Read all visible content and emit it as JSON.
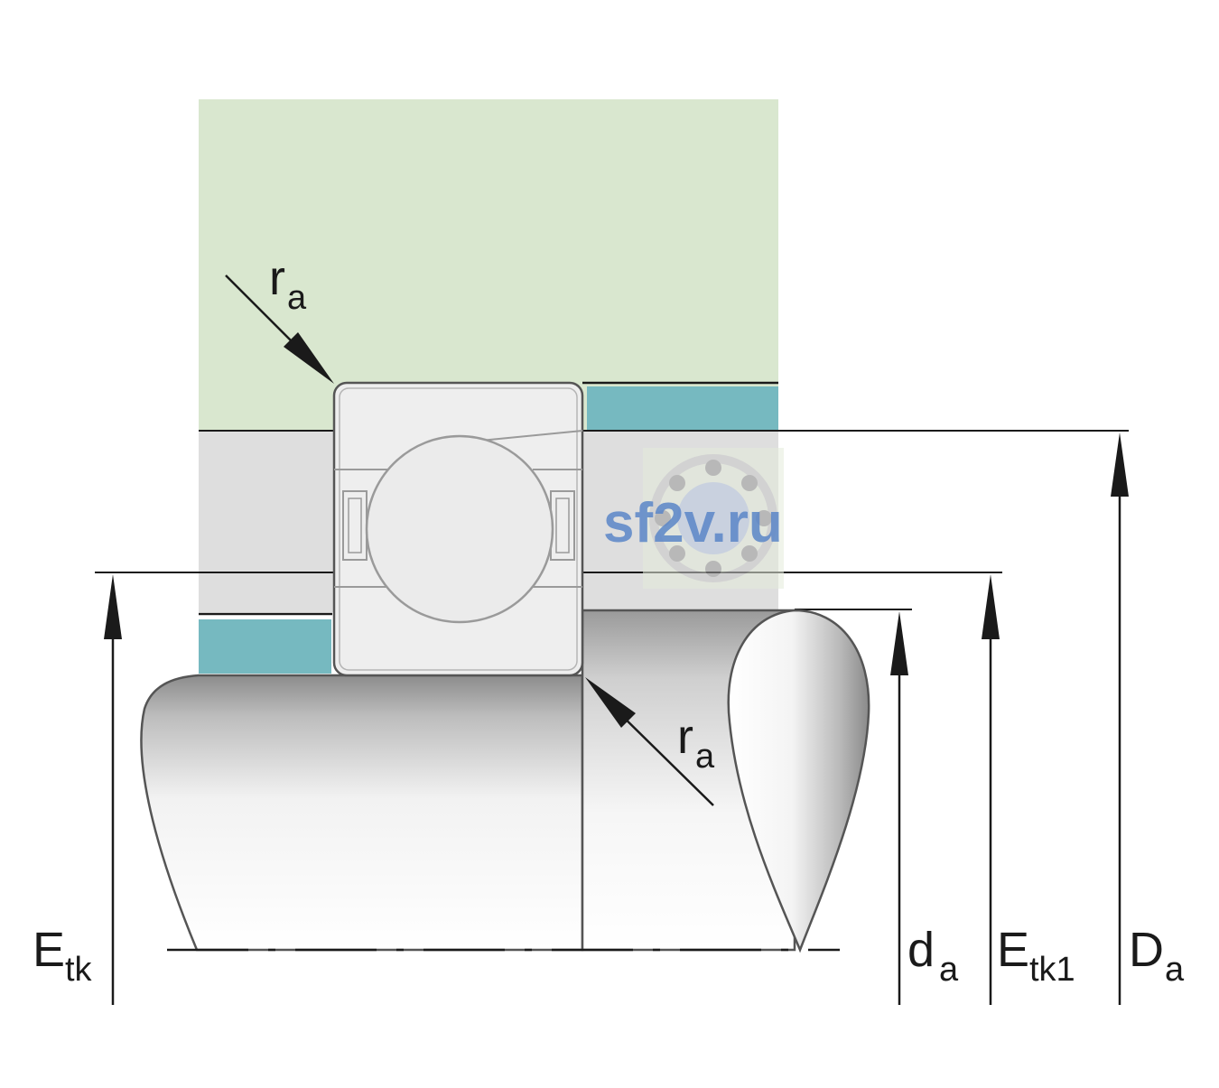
{
  "labels": {
    "ra_top": {
      "main": "r",
      "sub": "a"
    },
    "ra_bottom": {
      "main": "r",
      "sub": "a"
    },
    "etk": {
      "main": "E",
      "sub": "tk"
    },
    "da": {
      "main": "d",
      "sub": "a"
    },
    "etk1": {
      "main": "E",
      "sub": "tk1"
    },
    "Da": {
      "main": "D",
      "sub": "a"
    }
  },
  "watermark": {
    "text": "sf2v.ru"
  },
  "colors": {
    "housing": "#d9e7cf",
    "seal": "#76b9c0",
    "bearing_face": "#eeeeee",
    "inner_band": "#dedede",
    "outline": "#1a1a1a",
    "bearing_outline": "#9a9a9a",
    "watermark": "#5b86c8"
  }
}
